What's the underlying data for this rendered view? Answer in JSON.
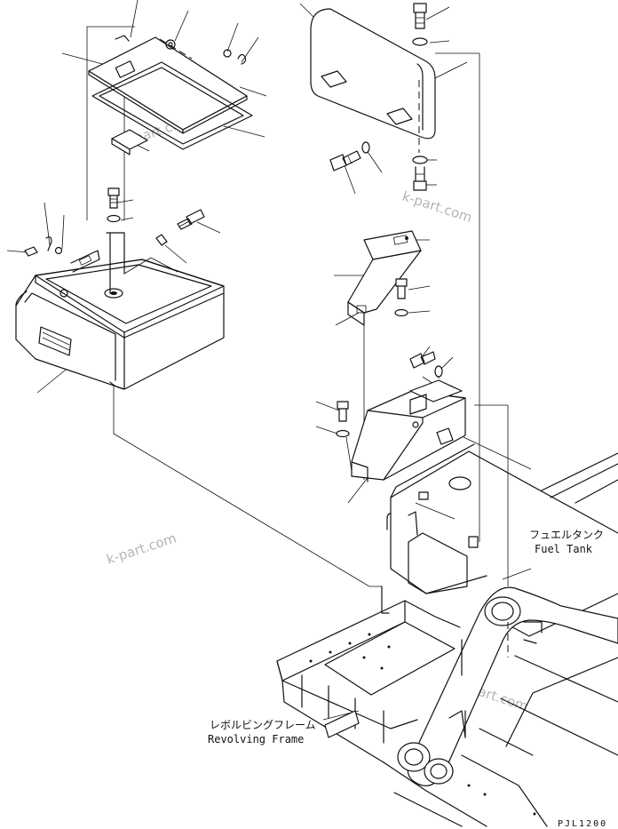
{
  "labels": {
    "fuel_tank_jp": "フュエルタンク",
    "fuel_tank_en": "Fuel Tank",
    "revolving_frame_jp": "レボルビングフレーム",
    "revolving_frame_en": "Revolving Frame"
  },
  "watermarks": [
    "k-part.com",
    "k-part.com",
    "k-part.com",
    "k-part.com"
  ],
  "drawing_code": "PJL1200",
  "colors": {
    "line": "#111111",
    "paper": "#ffffff",
    "watermark": "#b4b4b4"
  }
}
